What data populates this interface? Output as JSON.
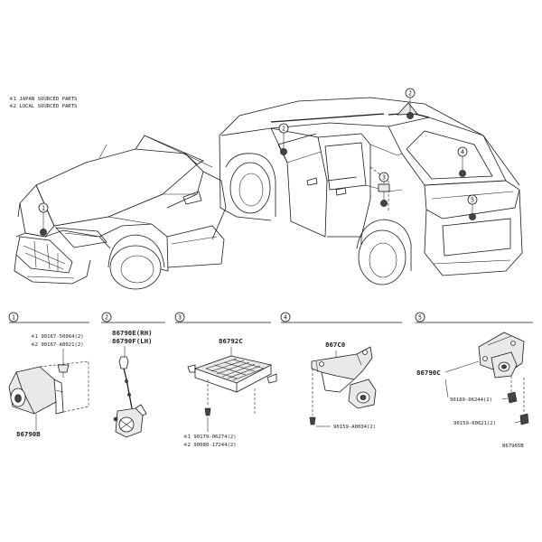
{
  "legend": {
    "line1": "※1 JAPAN SOURCED PARTS",
    "line2": "※2 LOCAL SOURCED PARTS"
  },
  "callouts": {
    "c1": "1",
    "c2": "2",
    "c3": "3",
    "c4": "4",
    "c5": "5"
  },
  "sections": [
    {
      "number": "1",
      "parts": {
        "main": "86790B",
        "a": "※1 90167-50064(2)",
        "b": "※2 90167-A0021(2)"
      }
    },
    {
      "number": "2",
      "parts": {
        "rh": "86790E(RH)",
        "lh": "86790F(LH)"
      }
    },
    {
      "number": "3",
      "parts": {
        "main": "86792C",
        "a": "※1 90179-06274(2)",
        "b": "※2 90080-17244(2)"
      }
    },
    {
      "number": "4",
      "parts": {
        "main": "867C0",
        "a": "90159-A0034(2)"
      }
    },
    {
      "number": "5",
      "parts": {
        "main": "86790C",
        "a": "90189-06244(2)",
        "b": "90159-60621(2)"
      }
    }
  ],
  "footer": {
    "code": "867965B"
  }
}
